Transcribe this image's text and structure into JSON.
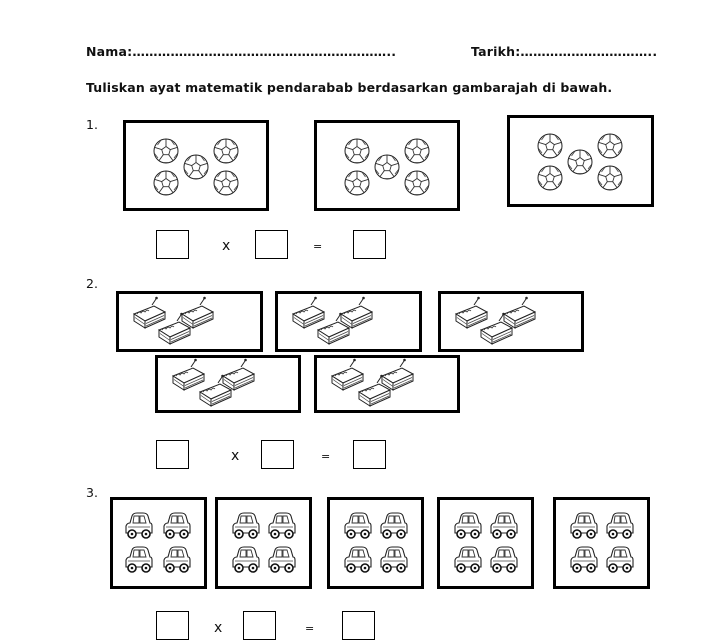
{
  "header": {
    "name_label": "Nama:……………………………………………………..",
    "date_label": "Tarikh:………………………….."
  },
  "instruction": "Tuliskan ayat matematik  pendarabab berdasarkan gambarajah di bawah.",
  "questions": [
    {
      "number": "1.",
      "picture": "ball-icon",
      "groups": 3,
      "items_per_group": 5,
      "times_symbol": "x",
      "equals_symbol": "="
    },
    {
      "number": "2.",
      "picture": "cake-slice-icon",
      "groups": 5,
      "items_per_group": 3,
      "times_symbol": "x",
      "equals_symbol": "="
    },
    {
      "number": "3.",
      "picture": "car-icon",
      "groups": 5,
      "items_per_group": 4,
      "times_symbol": "x",
      "equals_symbol": "="
    }
  ]
}
